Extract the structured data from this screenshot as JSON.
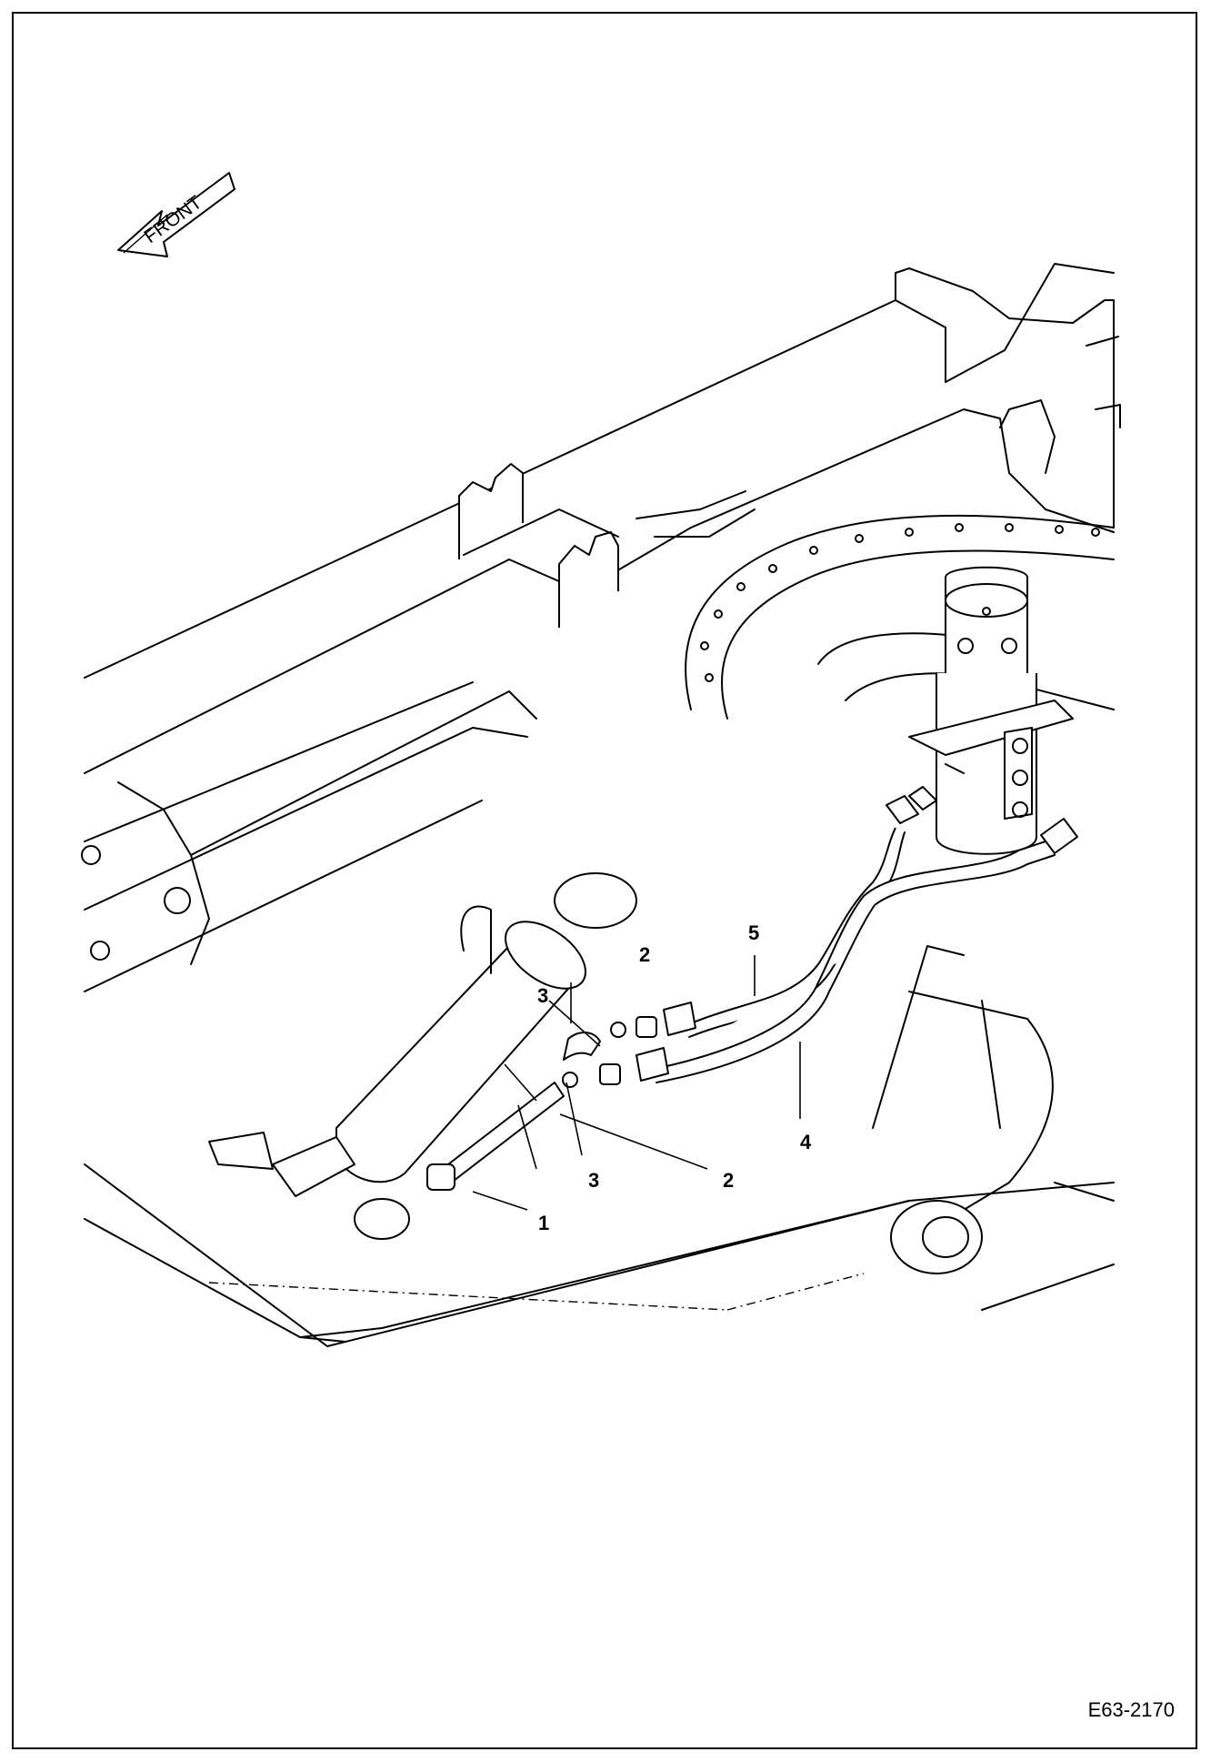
{
  "orientation": {
    "label": "FRONT",
    "icon": "arrow-left-icon"
  },
  "callouts": [
    {
      "id": "c1",
      "text": "1"
    },
    {
      "id": "c2a",
      "text": "2"
    },
    {
      "id": "c2b",
      "text": "2"
    },
    {
      "id": "c3a",
      "text": "3"
    },
    {
      "id": "c3b",
      "text": "3"
    },
    {
      "id": "c4",
      "text": "4"
    },
    {
      "id": "c5",
      "text": "5"
    }
  ],
  "drawing_number": "E63-2170"
}
